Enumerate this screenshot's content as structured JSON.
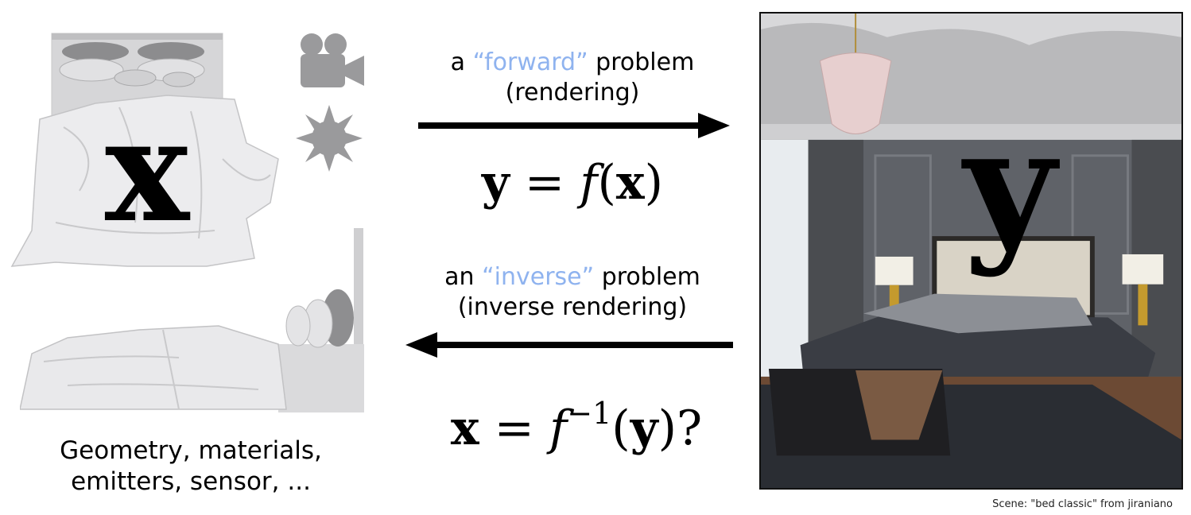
{
  "left": {
    "x_label": "x",
    "caption_line1": "Geometry, materials,",
    "caption_line2": "emitters, sensor, ..."
  },
  "forward": {
    "prefix": "a ",
    "quoted": "“forward”",
    "suffix": " problem",
    "sub": "(rendering)",
    "equation": {
      "lhs": "y",
      "eq": " = ",
      "fn": "f",
      "arg": "x"
    }
  },
  "inverse": {
    "prefix": "an ",
    "quoted": "“inverse”",
    "suffix": " problem",
    "sub": "(inverse rendering)",
    "equation": {
      "lhs": "x",
      "eq": " = ",
      "fn": "f",
      "exp": "−1",
      "arg": "y",
      "tail": "?"
    }
  },
  "right": {
    "y_label": "y",
    "credit": "Scene: \"bed classic\" from jiraniano"
  },
  "colors": {
    "accent": "#8fb3ef"
  },
  "icons": [
    "camera-icon",
    "sun-icon"
  ]
}
